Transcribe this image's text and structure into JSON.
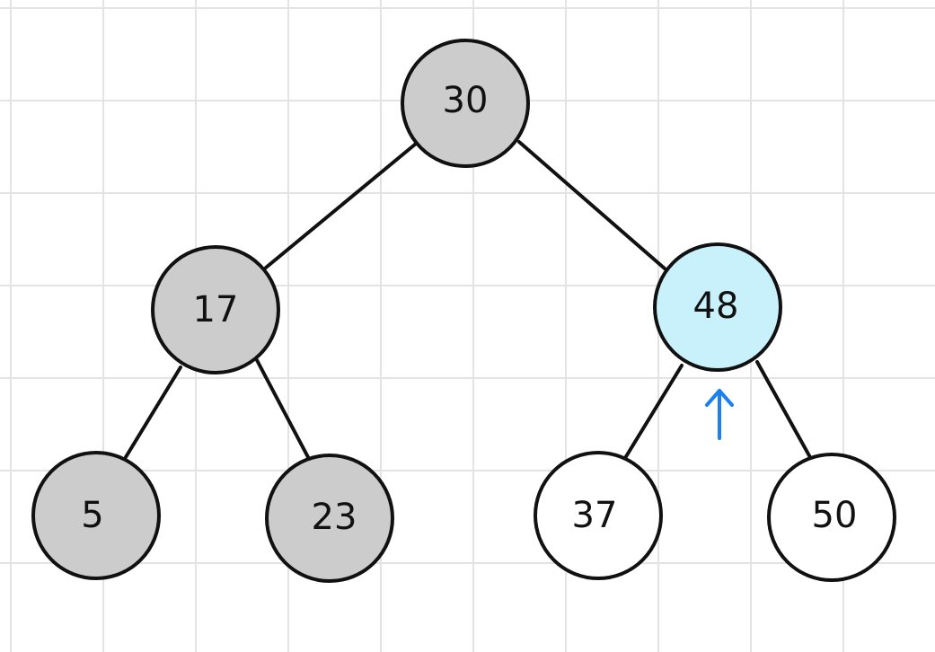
{
  "tree": {
    "root": {
      "label": "30",
      "state": "visited"
    },
    "left": {
      "label": "17",
      "state": "visited"
    },
    "right": {
      "label": "48",
      "state": "current"
    },
    "left_left": {
      "label": "5",
      "state": "visited"
    },
    "left_right": {
      "label": "23",
      "state": "visited"
    },
    "right_left": {
      "label": "37",
      "state": "unvisited"
    },
    "right_right": {
      "label": "50",
      "state": "unvisited"
    }
  },
  "colors": {
    "visited_fill": "#cccccc",
    "current_fill": "#c9f1fb",
    "unvisited_fill": "#ffffff",
    "stroke": "#111111",
    "arrow": "#1a82f0",
    "grid": "#e3e3e3"
  },
  "pointer": {
    "icon": "up-arrow-icon",
    "target": "right"
  }
}
